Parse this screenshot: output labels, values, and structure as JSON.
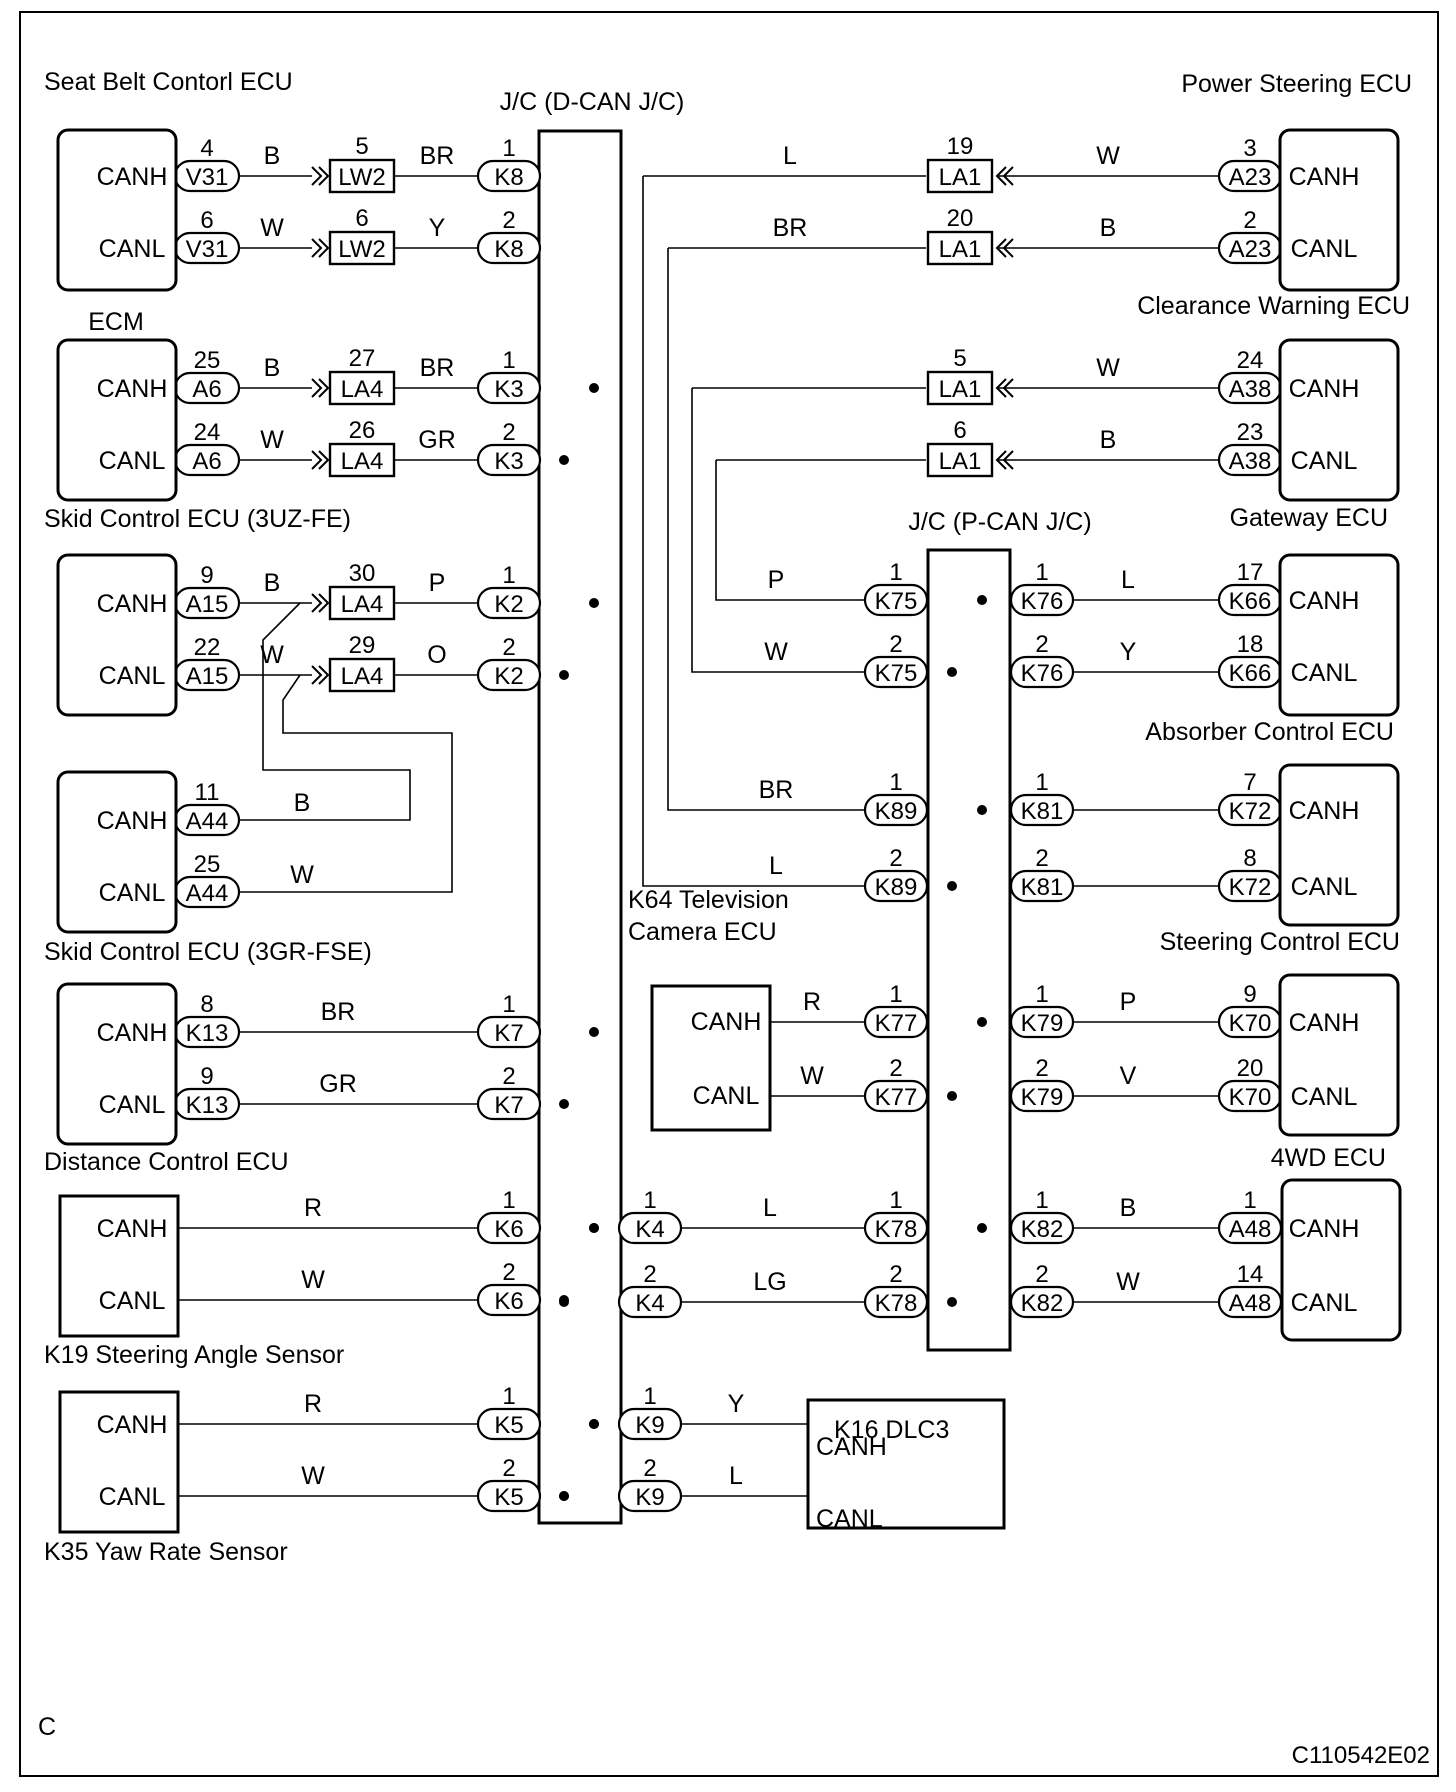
{
  "ecus": [
    {
      "id": "seat-belt",
      "title": "Seat Belt Contorl ECU"
    },
    {
      "id": "ecm",
      "title": "ECM"
    },
    {
      "id": "skid-3uz",
      "title": "Skid Control ECU (3UZ-FE)"
    },
    {
      "id": "skid-3gr",
      "title": "Skid Control ECU (3GR-FSE)"
    },
    {
      "id": "distance",
      "title": "Distance Control ECU"
    },
    {
      "id": "steering-angle",
      "title": "K19 Steering  Angle Sensor"
    },
    {
      "id": "yaw-rate",
      "title": "K35  Yaw Rate Sensor"
    },
    {
      "id": "power-steering",
      "title": "Power Steering ECU"
    },
    {
      "id": "clearance",
      "title": "Clearance Warning ECU"
    },
    {
      "id": "gateway",
      "title": "Gateway ECU"
    },
    {
      "id": "absorber",
      "title": "Absorber Control ECU"
    },
    {
      "id": "steering-control",
      "title": "Steering Control ECU"
    },
    {
      "id": "4wd",
      "title": "4WD ECU"
    },
    {
      "id": "tv-camera",
      "title": [
        "K64 Television",
        "Camera ECU"
      ]
    },
    {
      "id": "dlc3",
      "title": "K16  DLC3"
    }
  ],
  "junctions": [
    {
      "id": "d-can",
      "title": "J/C (D-CAN J/C)"
    },
    {
      "id": "p-can",
      "title": "J/C (P-CAN J/C)"
    }
  ],
  "signals": {
    "canh": "CANH",
    "canl": "CANL"
  },
  "left_rows": [
    {
      "pin": "4",
      "conn": "V31",
      "wire1": "B",
      "mid_pin": "5",
      "mid_conn": "LW2",
      "wire2": "BR",
      "jc_pin": "1",
      "jc_conn": "K8"
    },
    {
      "pin": "6",
      "conn": "V31",
      "wire1": "W",
      "mid_pin": "6",
      "mid_conn": "LW2",
      "wire2": "Y",
      "jc_pin": "2",
      "jc_conn": "K8"
    },
    {
      "pin": "25",
      "conn": "A6",
      "wire1": "B",
      "mid_pin": "27",
      "mid_conn": "LA4",
      "wire2": "BR",
      "jc_pin": "1",
      "jc_conn": "K3"
    },
    {
      "pin": "24",
      "conn": "A6",
      "wire1": "W",
      "mid_pin": "26",
      "mid_conn": "LA4",
      "wire2": "GR",
      "jc_pin": "2",
      "jc_conn": "K3"
    },
    {
      "pin": "9",
      "conn": "A15",
      "wire1": "B",
      "mid_pin": "30",
      "mid_conn": "LA4",
      "wire2": "P",
      "jc_pin": "1",
      "jc_conn": "K2"
    },
    {
      "pin": "22",
      "conn": "A15",
      "wire1": "W",
      "mid_pin": "29",
      "mid_conn": "LA4",
      "wire2": "O",
      "jc_pin": "2",
      "jc_conn": "K2"
    },
    {
      "pin": "11",
      "conn": "A44",
      "wire1": "B"
    },
    {
      "pin": "25",
      "conn": "A44",
      "wire1": "W"
    },
    {
      "pin": "8",
      "conn": "K13",
      "wire1": "BR",
      "jc_pin": "1",
      "jc_conn": "K7"
    },
    {
      "pin": "9",
      "conn": "K13",
      "wire1": "GR",
      "jc_pin": "2",
      "jc_conn": "K7"
    },
    {
      "wire1": "R",
      "jc_pin": "1",
      "jc_conn": "K6"
    },
    {
      "wire1": "W",
      "jc_pin": "2",
      "jc_conn": "K6"
    },
    {
      "wire1": "R",
      "jc_pin": "1",
      "jc_conn": "K5"
    },
    {
      "wire1": "W",
      "jc_pin": "2",
      "jc_conn": "K5"
    }
  ],
  "right_rows": [
    {
      "pin": "3",
      "conn": "A23",
      "wire1": "W",
      "mid_pin": "19",
      "mid_conn": "LA1",
      "wire2": "L"
    },
    {
      "pin": "2",
      "conn": "A23",
      "wire1": "B",
      "mid_pin": "20",
      "mid_conn": "LA1",
      "wire2": "BR"
    },
    {
      "pin": "24",
      "conn": "A38",
      "wire1": "W",
      "mid_pin": "5",
      "mid_conn": "LA1"
    },
    {
      "pin": "23",
      "conn": "A38",
      "wire1": "B",
      "mid_pin": "6",
      "mid_conn": "LA1"
    },
    {
      "pin": "17",
      "conn": "K66",
      "wire": "L",
      "pc_pin": "1",
      "pc_conn": "K76",
      "in_pin": "1",
      "in_conn": "K75",
      "in_wire": "P"
    },
    {
      "pin": "18",
      "conn": "K66",
      "wire": "Y",
      "pc_pin": "2",
      "pc_conn": "K76",
      "in_pin": "2",
      "in_conn": "K75",
      "in_wire": "W"
    },
    {
      "pin": "7",
      "conn": "K72",
      "pc_pin": "1",
      "pc_conn": "K81",
      "in_pin": "1",
      "in_conn": "K89",
      "in_wire": "BR"
    },
    {
      "pin": "8",
      "conn": "K72",
      "pc_pin": "2",
      "pc_conn": "K81",
      "in_pin": "2",
      "in_conn": "K89",
      "in_wire": "L"
    },
    {
      "pin": "9",
      "conn": "K70",
      "wire": "P",
      "pc_pin": "1",
      "pc_conn": "K79",
      "in_pin": "1",
      "in_conn": "K77",
      "in_wire": "R"
    },
    {
      "pin": "20",
      "conn": "K70",
      "wire": "V",
      "pc_pin": "2",
      "pc_conn": "K79",
      "in_pin": "2",
      "in_conn": "K77",
      "in_wire": "W"
    },
    {
      "pin": "1",
      "conn": "A48",
      "wire": "B",
      "pc_pin": "1",
      "pc_conn": "K82",
      "in_pin": "1",
      "in_conn": "K78",
      "in_wire": "L",
      "dc_pin": "1",
      "dc_conn": "K4"
    },
    {
      "pin": "14",
      "conn": "A48",
      "wire": "W",
      "pc_pin": "2",
      "pc_conn": "K82",
      "in_pin": "2",
      "in_conn": "K78",
      "in_wire": "LG",
      "dc_pin": "2",
      "dc_conn": "K4"
    }
  ],
  "dlc_rows": [
    {
      "pin": "1",
      "conn": "K9",
      "wire": "Y"
    },
    {
      "pin": "2",
      "conn": "K9",
      "wire": "L"
    }
  ],
  "corner_label": "C",
  "figure_code": "C110542E02"
}
